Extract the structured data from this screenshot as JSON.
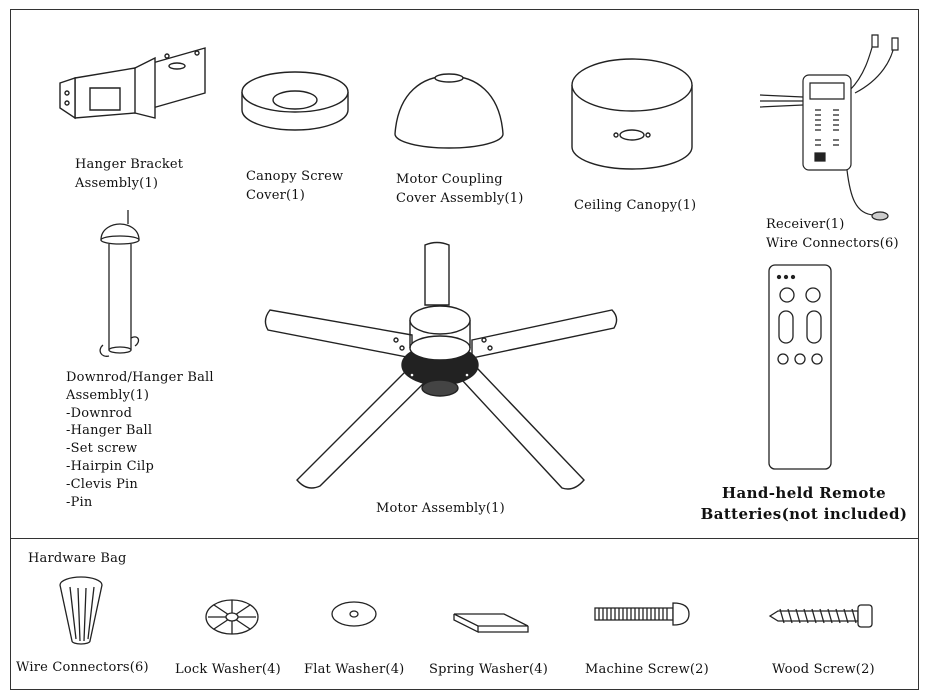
{
  "parts": {
    "hanger_bracket": [
      "Hanger Bracket",
      "Assembly(1)"
    ],
    "canopy_screw_cover": [
      "Canopy Screw",
      "Cover(1)"
    ],
    "motor_coupling_cover": [
      "Motor Coupling",
      "Cover Assembly(1)"
    ],
    "ceiling_canopy": "Ceiling Canopy(1)",
    "receiver": [
      "Receiver(1)",
      "Wire Connectors(6)"
    ],
    "downrod_assembly": [
      "Downrod/Hanger Ball",
      "Assembly(1)",
      "-Downrod",
      "-Hanger Ball",
      "-Set screw",
      "-Hairpin Cilp",
      "-Clevis Pin",
      "-Pin"
    ],
    "motor_assembly": "Motor Assembly(1)",
    "remote": [
      "Hand-held Remote",
      "Batteries(not included)"
    ]
  },
  "hardware_bag": {
    "title": "Hardware Bag",
    "items": [
      "Wire Connectors(6)",
      "Lock Washer(4)",
      "Flat Washer(4)",
      "Spring Washer(4)",
      "Machine Screw(2)",
      "Wood Screw(2)"
    ]
  },
  "colors": {
    "line": "#222222",
    "background": "#ffffff"
  }
}
